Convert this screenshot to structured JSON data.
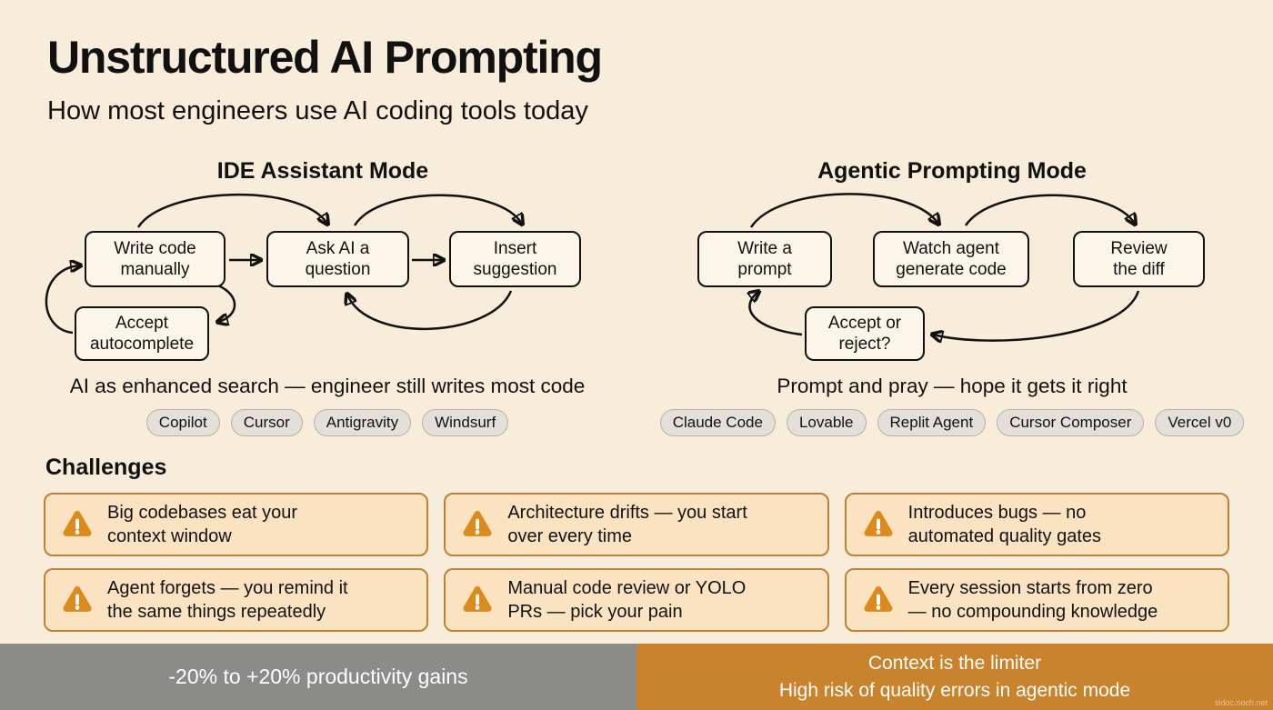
{
  "title": "Unstructured AI Prompting",
  "subtitle": "How most engineers use AI coding tools today",
  "ide_mode": {
    "heading": "IDE Assistant Mode",
    "nodes": [
      "Write code\nmanually",
      "Ask AI a\nquestion",
      "Insert\nsuggestion",
      "Accept\nautocomplete"
    ],
    "caption": "AI as enhanced search — engineer still writes most code",
    "tools": [
      "Copilot",
      "Cursor",
      "Antigravity",
      "Windsurf"
    ]
  },
  "agentic_mode": {
    "heading": "Agentic Prompting Mode",
    "nodes": [
      "Write a\nprompt",
      "Watch agent\ngenerate code",
      "Review\nthe diff",
      "Accept or\nreject?"
    ],
    "caption": "Prompt and pray — hope it gets it right",
    "tools": [
      "Claude Code",
      "Lovable",
      "Replit Agent",
      "Cursor Composer",
      "Vercel v0"
    ]
  },
  "challenges": {
    "heading": "Challenges",
    "items": [
      "Big codebases eat your\ncontext window",
      "Architecture drifts — you start\nover every time",
      "Introduces bugs — no\nautomated quality gates",
      "Agent forgets — you remind it\nthe same things repeatedly",
      "Manual code review or YOLO\nPRs — pick your pain",
      "Every session starts from zero\n— no compounding knowledge"
    ]
  },
  "footer": {
    "left": "-20% to +20% productivity gains",
    "right_line1": "Context is the limiter",
    "right_line2": "High risk of quality errors in agentic mode",
    "watermark": "sldoc.noch.net"
  },
  "colors": {
    "background": "#f8ecda",
    "node_bg": "#fcf6ea",
    "node_border": "#111111",
    "pill_bg": "#e4e0d9",
    "card_bg": "#fbe3c1",
    "card_border": "#bd8234",
    "warning_orange": "#dd8a1c",
    "footer_left_bg": "#8b8b89",
    "footer_right_bg": "#c8832c"
  }
}
